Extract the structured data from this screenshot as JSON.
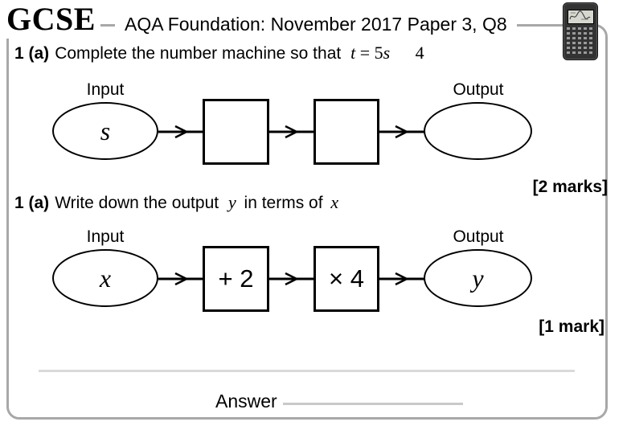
{
  "header": {
    "logo": "GCSE",
    "title": "AQA Foundation: November 2017 Paper 3, Q8",
    "calculator_icon": "graphing-calculator-icon"
  },
  "question1": {
    "number": "1 (a)",
    "text": "Complete the number machine so that",
    "equation": {
      "var_t": "t",
      "equals_coeff": "= 5",
      "var_s": "s",
      "gap_value": "4"
    },
    "marks": "[2 marks]"
  },
  "machine1": {
    "input_label": "Input",
    "output_label": "Output",
    "input_value": "s",
    "box1": "",
    "box2": "",
    "output_value": ""
  },
  "question2": {
    "number": "1 (a)",
    "text_before": "Write down the output",
    "var_y": "y",
    "text_middle": "in terms of",
    "var_x": "x",
    "marks": "[1 mark]"
  },
  "machine2": {
    "input_label": "Input",
    "output_label": "Output",
    "input_value": "x",
    "box1": "+ 2",
    "box2": "× 4",
    "output_value": "y"
  },
  "footer": {
    "answer_label": "Answer"
  },
  "icons": {
    "arrow": "right-arrow-icon",
    "calculator": "graphing-calculator-icon"
  },
  "colors": {
    "frame": "#a8a8a8",
    "ink": "#000000",
    "separator": "#dadada",
    "answer_line": "#c9c9c9"
  }
}
